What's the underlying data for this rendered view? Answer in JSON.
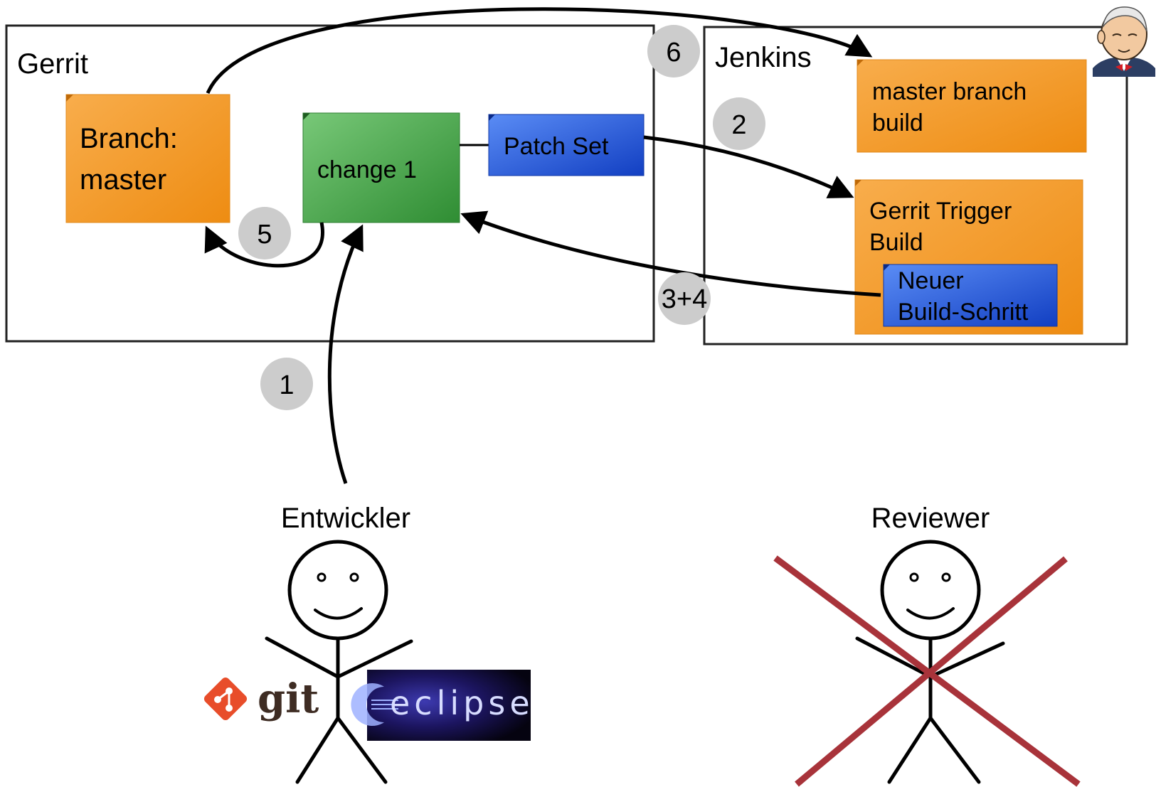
{
  "panels": {
    "gerrit_title": "Gerrit",
    "jenkins_title": "Jenkins"
  },
  "boxes": {
    "branch_line1": "Branch:",
    "branch_line2": "master",
    "change": "change 1",
    "patch_set": "Patch Set",
    "master_build_line1": "master branch",
    "master_build_line2": "build",
    "trigger_line1": "Gerrit Trigger",
    "trigger_line2": "Build",
    "new_step_line1": "Neuer",
    "new_step_line2": "Build-Schritt"
  },
  "steps": {
    "s1": "1",
    "s2": "2",
    "s34": "3+4",
    "s5": "5",
    "s6": "6"
  },
  "actors": {
    "developer": "Entwickler",
    "reviewer": "Reviewer"
  },
  "logos": {
    "git": "git",
    "eclipse": "eclipse"
  },
  "colors": {
    "orange": "#f39c2a",
    "green": "#43a047",
    "blue": "#1e56e0",
    "badge": "#cccccc",
    "cross": "#a8333a"
  },
  "icons": {
    "jenkins": "jenkins-butler-icon",
    "git": "git-logo",
    "eclipse": "eclipse-logo"
  }
}
